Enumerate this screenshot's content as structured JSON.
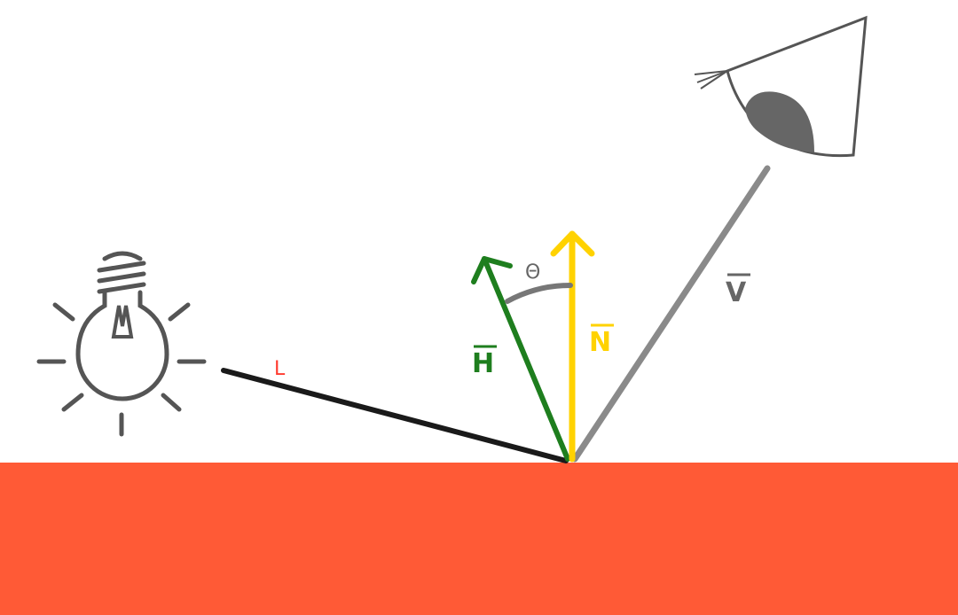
{
  "labels": {
    "light": "L",
    "halfway": "H",
    "normal": "N",
    "view": "V",
    "angle": "Θ"
  },
  "colors": {
    "surface": "#ff5a36",
    "light_vector": "#1a1a1a",
    "halfway_vector": "#1e7e1e",
    "normal_vector": "#ffd200",
    "view_vector": "#8a8a8a",
    "light_label": "#ff3b30",
    "icon_stroke": "#555555",
    "angle_arc": "#777777"
  },
  "icons": {
    "light_source": "lightbulb-icon",
    "viewer": "eye-icon"
  }
}
